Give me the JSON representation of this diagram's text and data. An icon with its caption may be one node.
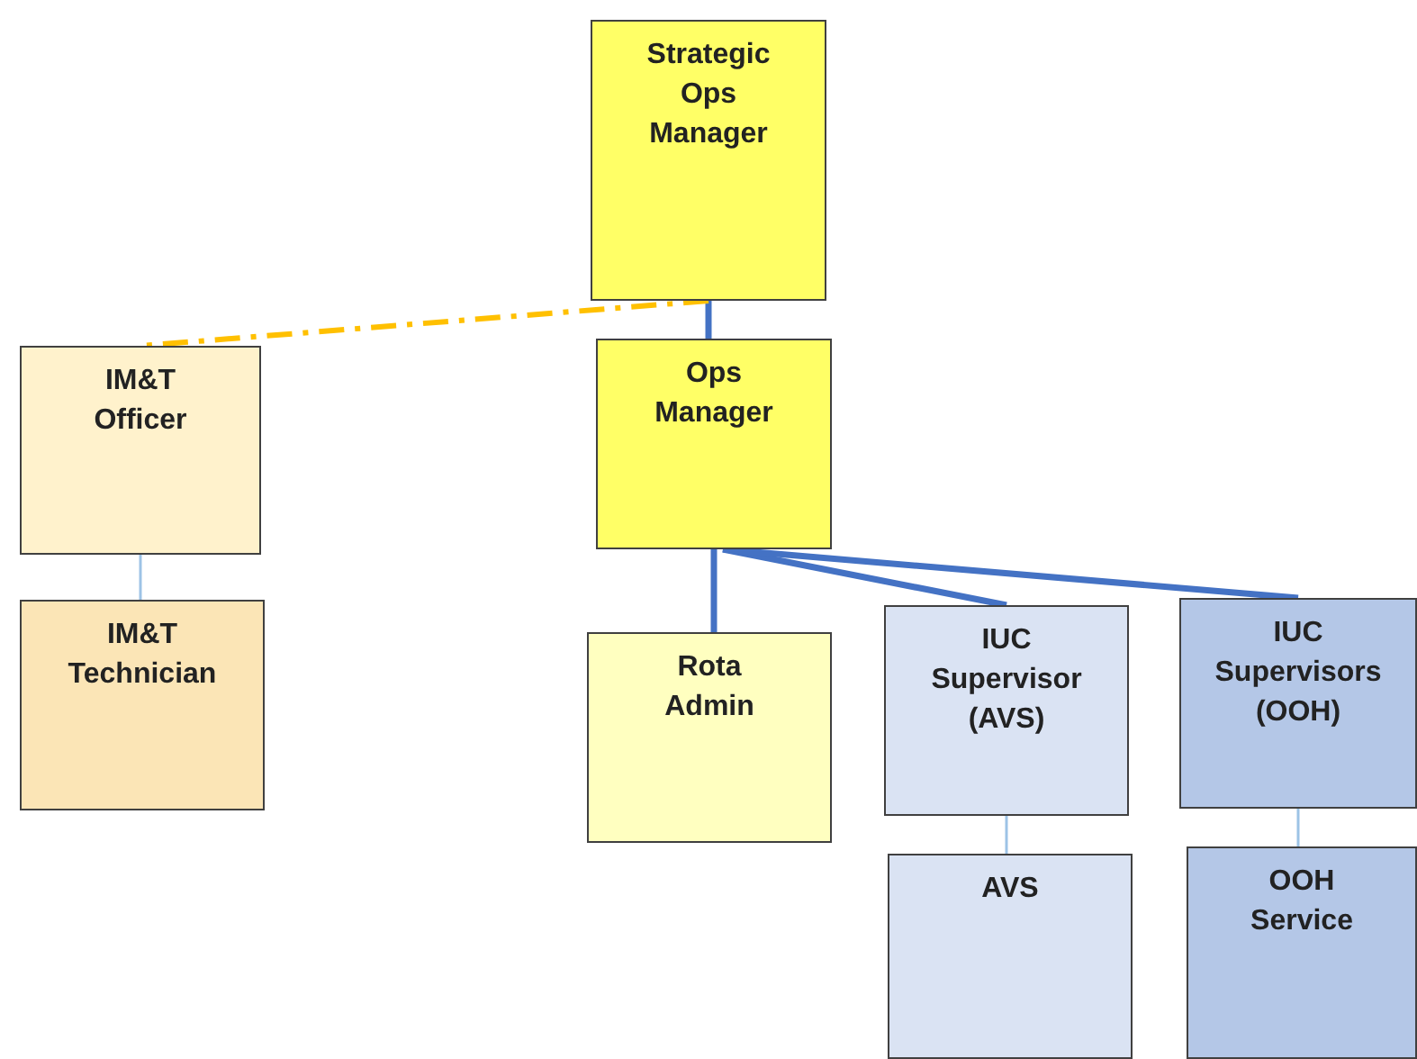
{
  "diagram": {
    "nodes": [
      {
        "text": [
          "Strategic Ops Manager"
        ]
      },
      {
        "text": [
          "IM&T Officer"
        ]
      },
      {
        "text": [
          "Ops Manager"
        ]
      },
      {
        "text": [
          "IM&T Technician"
        ]
      },
      {
        "text": [
          "Rota Admin"
        ]
      },
      {
        "text": [
          "IUC Supervisor (AVS)"
        ]
      },
      {
        "text": [
          "IUC Supervisors (OOH)"
        ]
      },
      {
        "text": [
          "AVS"
        ]
      },
      {
        "text": [
          "OOH Service"
        ]
      }
    ],
    "edges": [
      {
        "from": 0,
        "to": 2,
        "arrow": "none"
      },
      {
        "from": 0,
        "to": 1,
        "arrow": "none",
        "style": "dashed",
        "color": "#ffc000"
      },
      {
        "from": 1,
        "to": 3,
        "arrow": "none",
        "color": "#9dc3e6"
      },
      {
        "from": 2,
        "to": 4,
        "arrow": "none"
      },
      {
        "from": 2,
        "to": 5,
        "arrow": "none"
      },
      {
        "from": 2,
        "to": 6,
        "arrow": "none"
      },
      {
        "from": 5,
        "to": 7,
        "arrow": "none",
        "color": "#9dc3e6"
      },
      {
        "from": 6,
        "to": 8,
        "arrow": "none",
        "color": "#9dc3e6"
      }
    ]
  }
}
